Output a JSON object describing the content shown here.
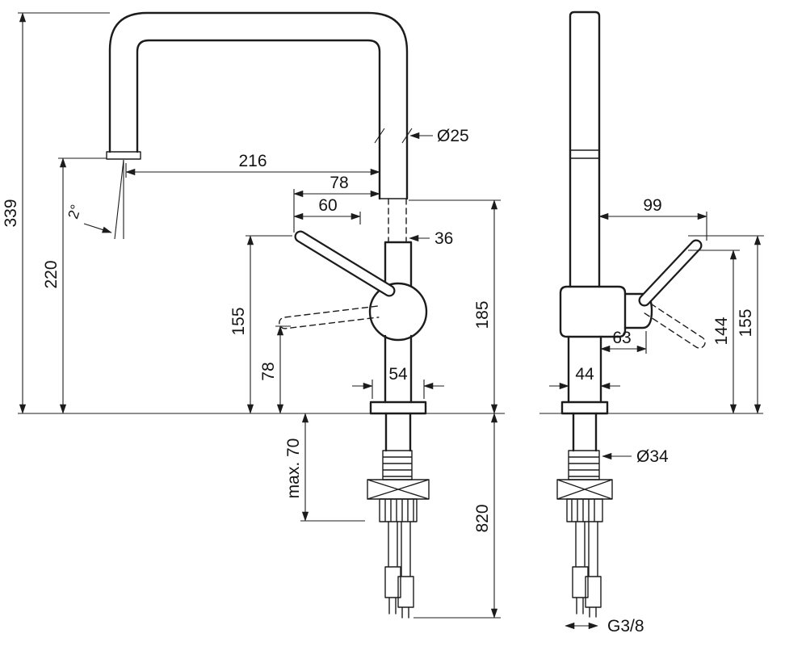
{
  "dims": {
    "h339": "339",
    "h220": "220",
    "w216": "216",
    "w78": "78",
    "w60": "60",
    "d36": "36",
    "d25": "Ø25",
    "h155": "155",
    "h78b": "78",
    "w54": "54",
    "h185": "185",
    "max70": "max. 70",
    "h820": "820",
    "angle": "2°",
    "w99": "99",
    "w63": "63",
    "h144": "144",
    "h155r": "155",
    "w44": "44",
    "d34": "Ø34",
    "g38": "G3/8"
  }
}
